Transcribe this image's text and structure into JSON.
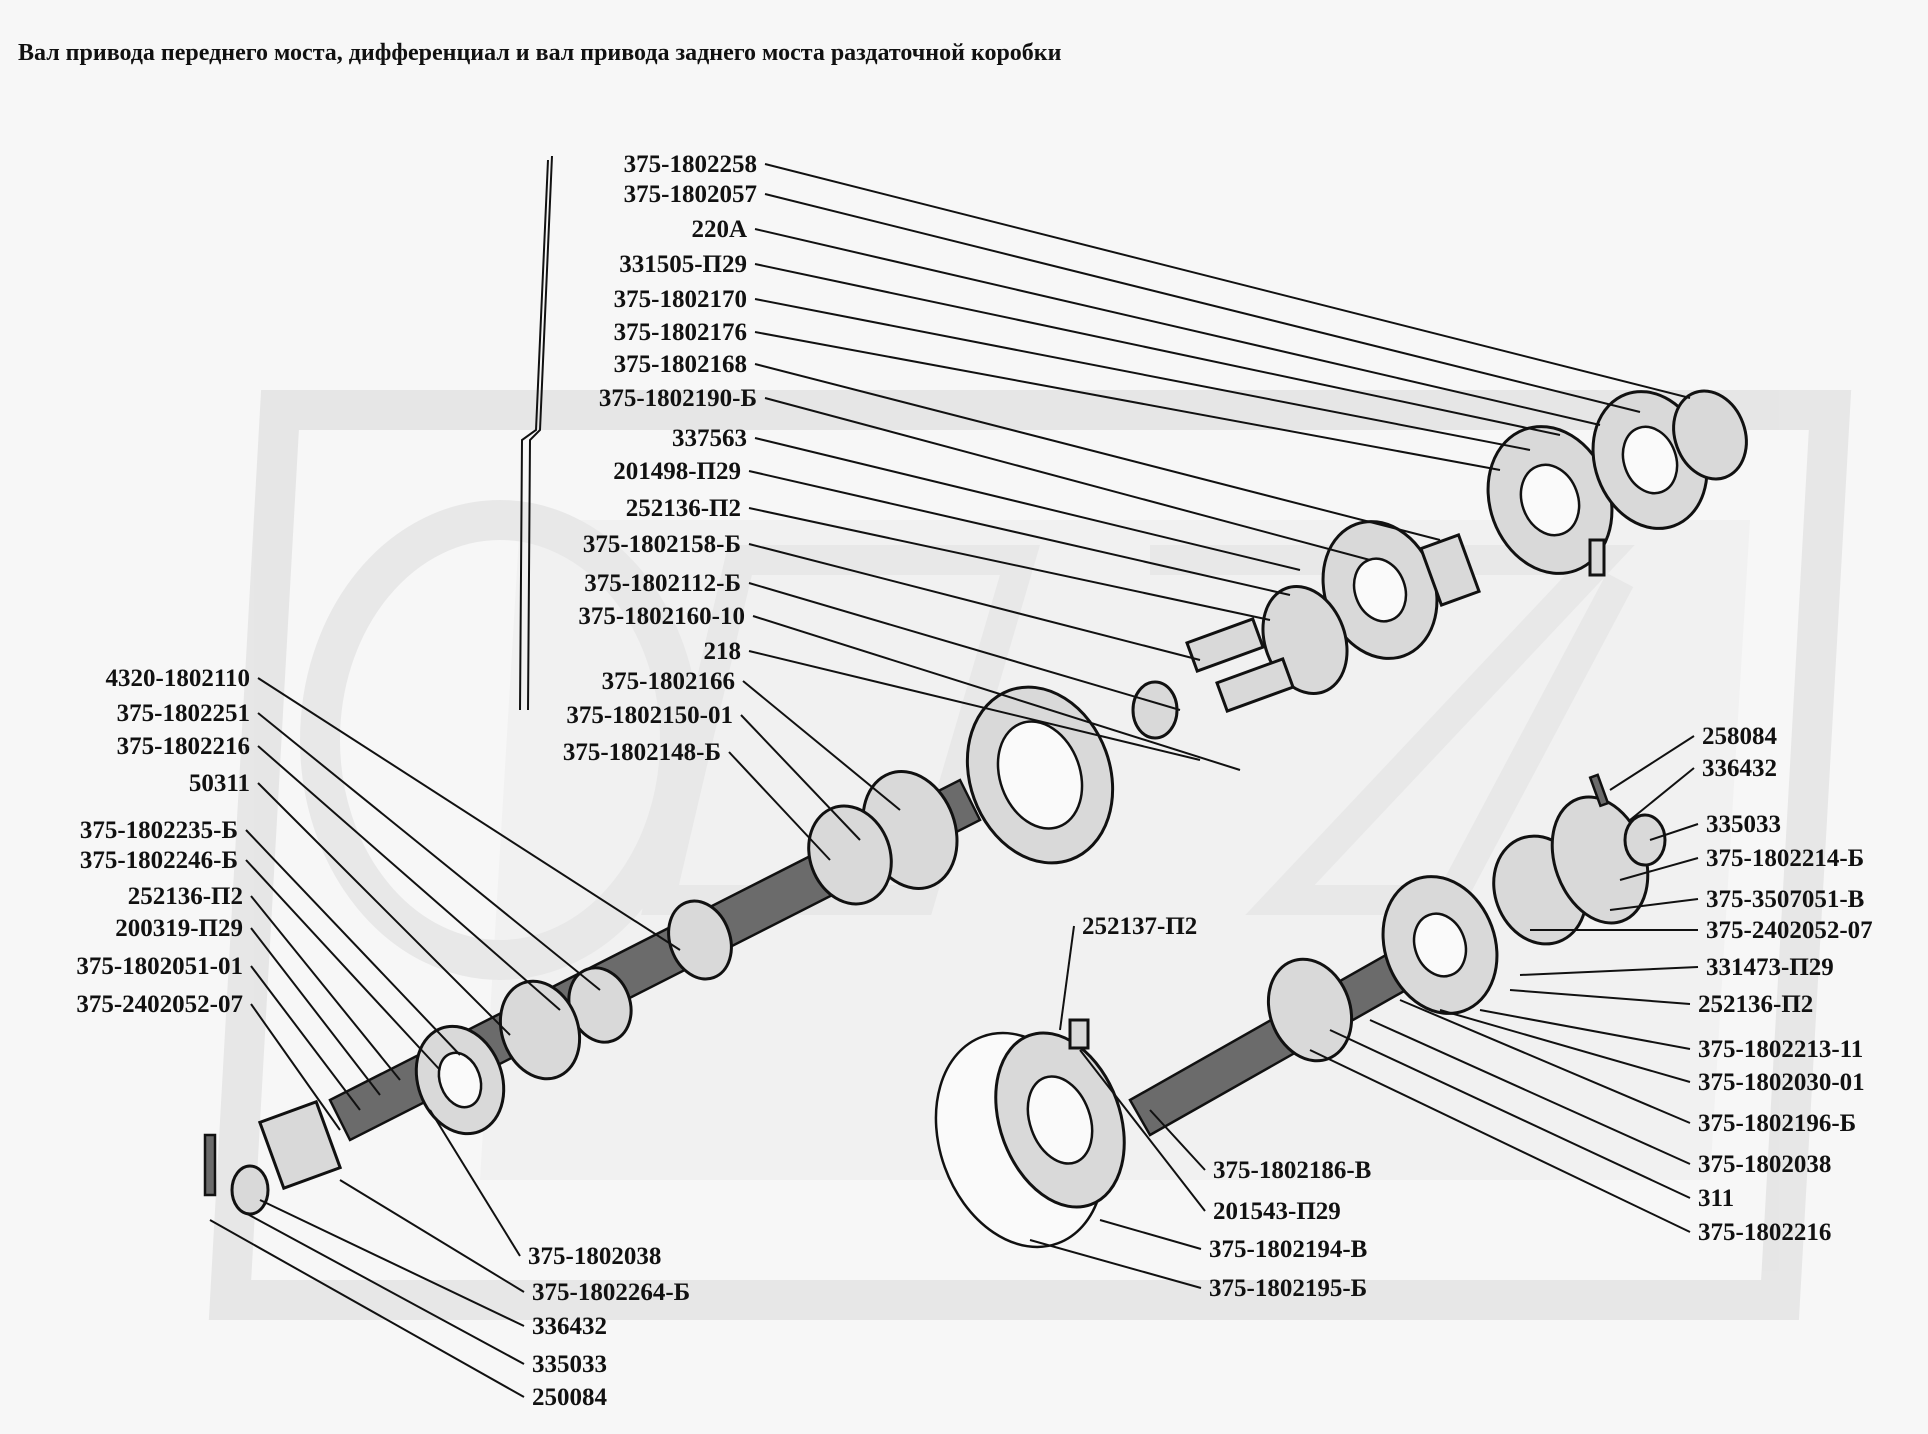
{
  "title": "Вал привода переднего моста, дифференциал и вал привода заднего моста раздаточной коробки",
  "labels": [
    {
      "id": "l1",
      "text": "375-1802258"
    },
    {
      "id": "l2",
      "text": "375-1802057"
    },
    {
      "id": "l3",
      "text": "220А"
    },
    {
      "id": "l4",
      "text": "331505-П29"
    },
    {
      "id": "l5",
      "text": "375-1802170"
    },
    {
      "id": "l6",
      "text": "375-1802176"
    },
    {
      "id": "l7",
      "text": "375-1802168"
    },
    {
      "id": "l8",
      "text": "375-1802190-Б"
    },
    {
      "id": "l9",
      "text": "337563"
    },
    {
      "id": "l10",
      "text": "201498-П29"
    },
    {
      "id": "l11",
      "text": "252136-П2"
    },
    {
      "id": "l12",
      "text": "375-1802158-Б"
    },
    {
      "id": "l13",
      "text": "375-1802112-Б"
    },
    {
      "id": "l14",
      "text": "375-1802160-10"
    },
    {
      "id": "l15",
      "text": "218"
    },
    {
      "id": "l16",
      "text": "375-1802166"
    },
    {
      "id": "l17",
      "text": "375-1802150-01"
    },
    {
      "id": "l18",
      "text": "375-1802148-Б"
    },
    {
      "id": "l19",
      "text": "4320-1802110"
    },
    {
      "id": "l20",
      "text": "375-1802251"
    },
    {
      "id": "l21",
      "text": "375-1802216"
    },
    {
      "id": "l22",
      "text": "50311"
    },
    {
      "id": "l23",
      "text": "375-1802235-Б"
    },
    {
      "id": "l24",
      "text": "375-1802246-Б"
    },
    {
      "id": "l25",
      "text": "252136-П2"
    },
    {
      "id": "l26",
      "text": "200319-П29"
    },
    {
      "id": "l27",
      "text": "375-1802051-01"
    },
    {
      "id": "l28",
      "text": "375-2402052-07"
    },
    {
      "id": "l29",
      "text": "375-1802038"
    },
    {
      "id": "l30",
      "text": "375-1802264-Б"
    },
    {
      "id": "l31",
      "text": "336432"
    },
    {
      "id": "l32",
      "text": "335033"
    },
    {
      "id": "l33",
      "text": "250084"
    },
    {
      "id": "l34",
      "text": "252137-П2"
    },
    {
      "id": "l35",
      "text": "375-1802186-В"
    },
    {
      "id": "l36",
      "text": "201543-П29"
    },
    {
      "id": "l37",
      "text": "375-1802194-В"
    },
    {
      "id": "l38",
      "text": "375-1802195-Б"
    },
    {
      "id": "l39",
      "text": "258084"
    },
    {
      "id": "l40",
      "text": "336432"
    },
    {
      "id": "l41",
      "text": "335033"
    },
    {
      "id": "l42",
      "text": "375-1802214-Б"
    },
    {
      "id": "l43",
      "text": "375-3507051-В"
    },
    {
      "id": "l44",
      "text": "375-2402052-07"
    },
    {
      "id": "l45",
      "text": "331473-П29"
    },
    {
      "id": "l46",
      "text": "252136-П2"
    },
    {
      "id": "l47",
      "text": "375-1802213-11"
    },
    {
      "id": "l48",
      "text": "375-1802030-01"
    },
    {
      "id": "l49",
      "text": "375-1802196-Б"
    },
    {
      "id": "l50",
      "text": "375-1802038"
    },
    {
      "id": "l51",
      "text": "311"
    },
    {
      "id": "l52",
      "text": "375-1802216"
    }
  ]
}
